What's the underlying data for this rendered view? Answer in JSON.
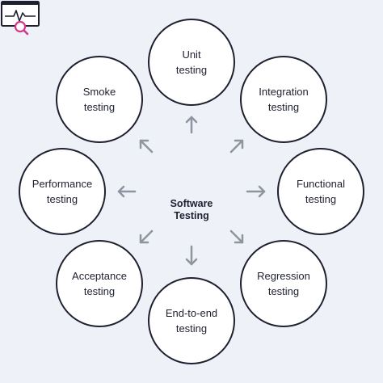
{
  "center": {
    "line1": "Software",
    "line2": "Testing",
    "icon": "monitor-magnifier-icon"
  },
  "nodes": [
    {
      "id": "unit",
      "line1": "Unit",
      "line2": "testing"
    },
    {
      "id": "integration",
      "line1": "Integration",
      "line2": "testing"
    },
    {
      "id": "functional",
      "line1": "Functional",
      "line2": "testing"
    },
    {
      "id": "regression",
      "line1": "Regression",
      "line2": "testing"
    },
    {
      "id": "end-to-end",
      "line1": "End-to-end",
      "line2": "testing"
    },
    {
      "id": "acceptance",
      "line1": "Acceptance",
      "line2": "testing"
    },
    {
      "id": "performance",
      "line1": "Performance",
      "line2": "testing"
    },
    {
      "id": "smoke",
      "line1": "Smoke",
      "line2": "testing"
    }
  ],
  "colors": {
    "background": "#eef1f7",
    "node_border": "#1e2030",
    "arrow": "#8f95a0",
    "accent": "#d6378a"
  }
}
